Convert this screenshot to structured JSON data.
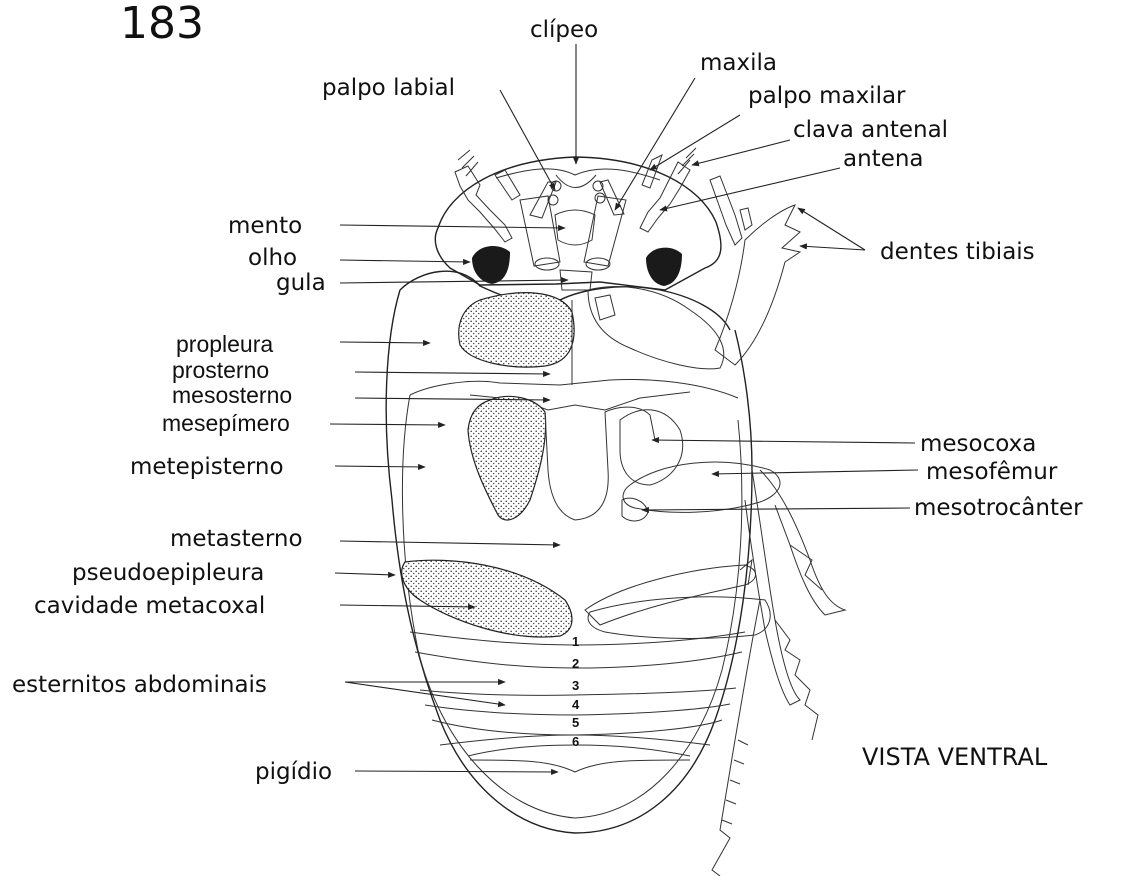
{
  "figure_number": "183",
  "view_label": "VISTA VENTRAL",
  "labels": {
    "clipeo": "clípeo",
    "palpo_labial": "palpo labial",
    "maxila": "maxila",
    "palpo_maxilar": "palpo maxilar",
    "clava_antenal": "clava antenal",
    "antena": "antena",
    "mento": "mento",
    "olho": "olho",
    "gula": "gula",
    "dentes_tibiais": "dentes tibiais",
    "propleura": "propleura",
    "prosterno": "prosterno",
    "mesosterno": "mesosterno",
    "mesepimero": "mesepímero",
    "metepisterno": "metepisterno",
    "mesocoxa": "mesocoxa",
    "mesofemur": "mesofêmur",
    "mesotrocanter": "mesotrocânter",
    "metasterno": "metasterno",
    "pseudoepipleura": "pseudoepipleura",
    "cavidade_metacoxal": "cavidade metacoxal",
    "esternitos_abdominais": "esternitos abdominais",
    "pigidio": "pigídio"
  },
  "sternite_numbers": [
    "1",
    "2",
    "3",
    "4",
    "5",
    "6"
  ]
}
